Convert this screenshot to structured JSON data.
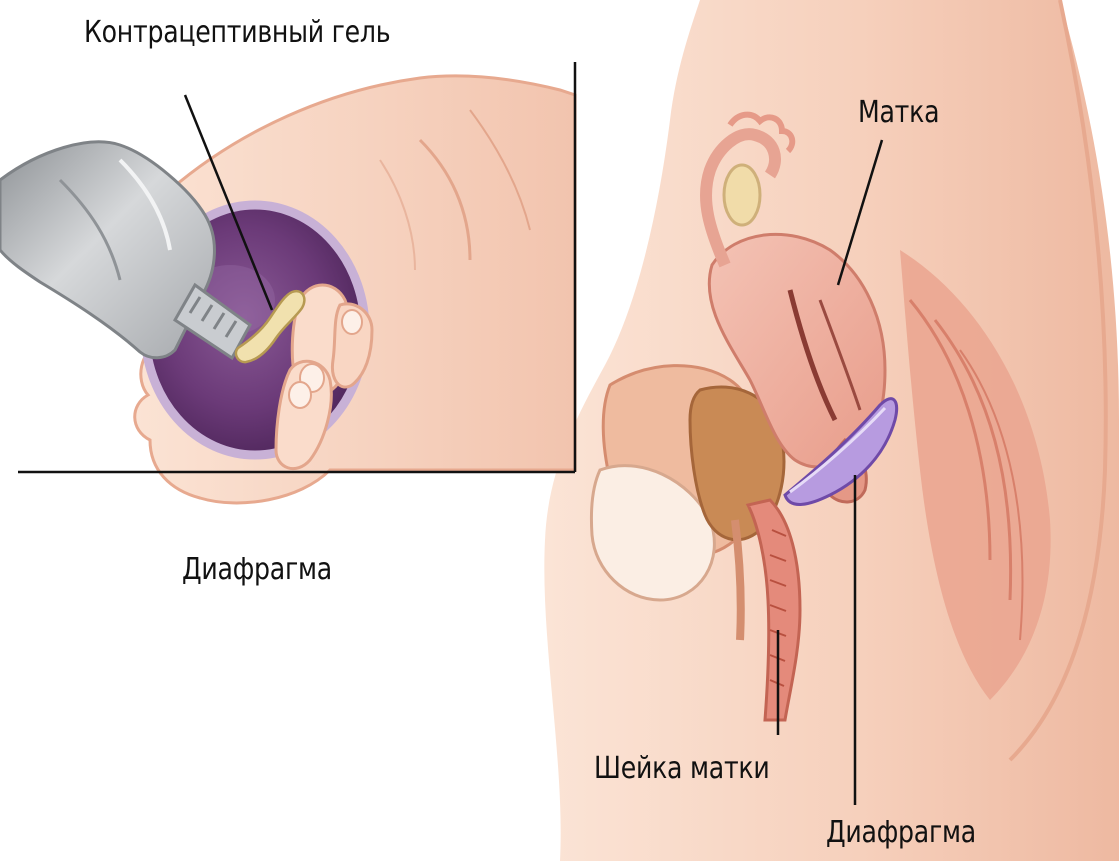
{
  "labels": {
    "contraceptive_gel": "Контрацептивный гель",
    "diaphragm_left": "Диафрагма",
    "uterus": "Матка",
    "cervix": "Шейка матки",
    "diaphragm_right": "Диафрагма"
  },
  "colors": {
    "skin": "#f6d2bf",
    "skin_shadow": "#e9ad93",
    "tissue_pink": "#eea894",
    "uterus_pink": "#eeb0a2",
    "diaphragm_purple": "#6b3a78",
    "diaphragm_rim": "#bfa6cf",
    "diaphragm_lavender": "#b79be0",
    "gel": "#f1e1ae",
    "tube_gray": "#b9bcc0",
    "rectum_brown": "#c98a55",
    "leader_line": "#111111"
  },
  "icons": {
    "tube": "gel-tube-icon",
    "hand": "hand-illustration",
    "cup": "diaphragm-cup-icon"
  }
}
